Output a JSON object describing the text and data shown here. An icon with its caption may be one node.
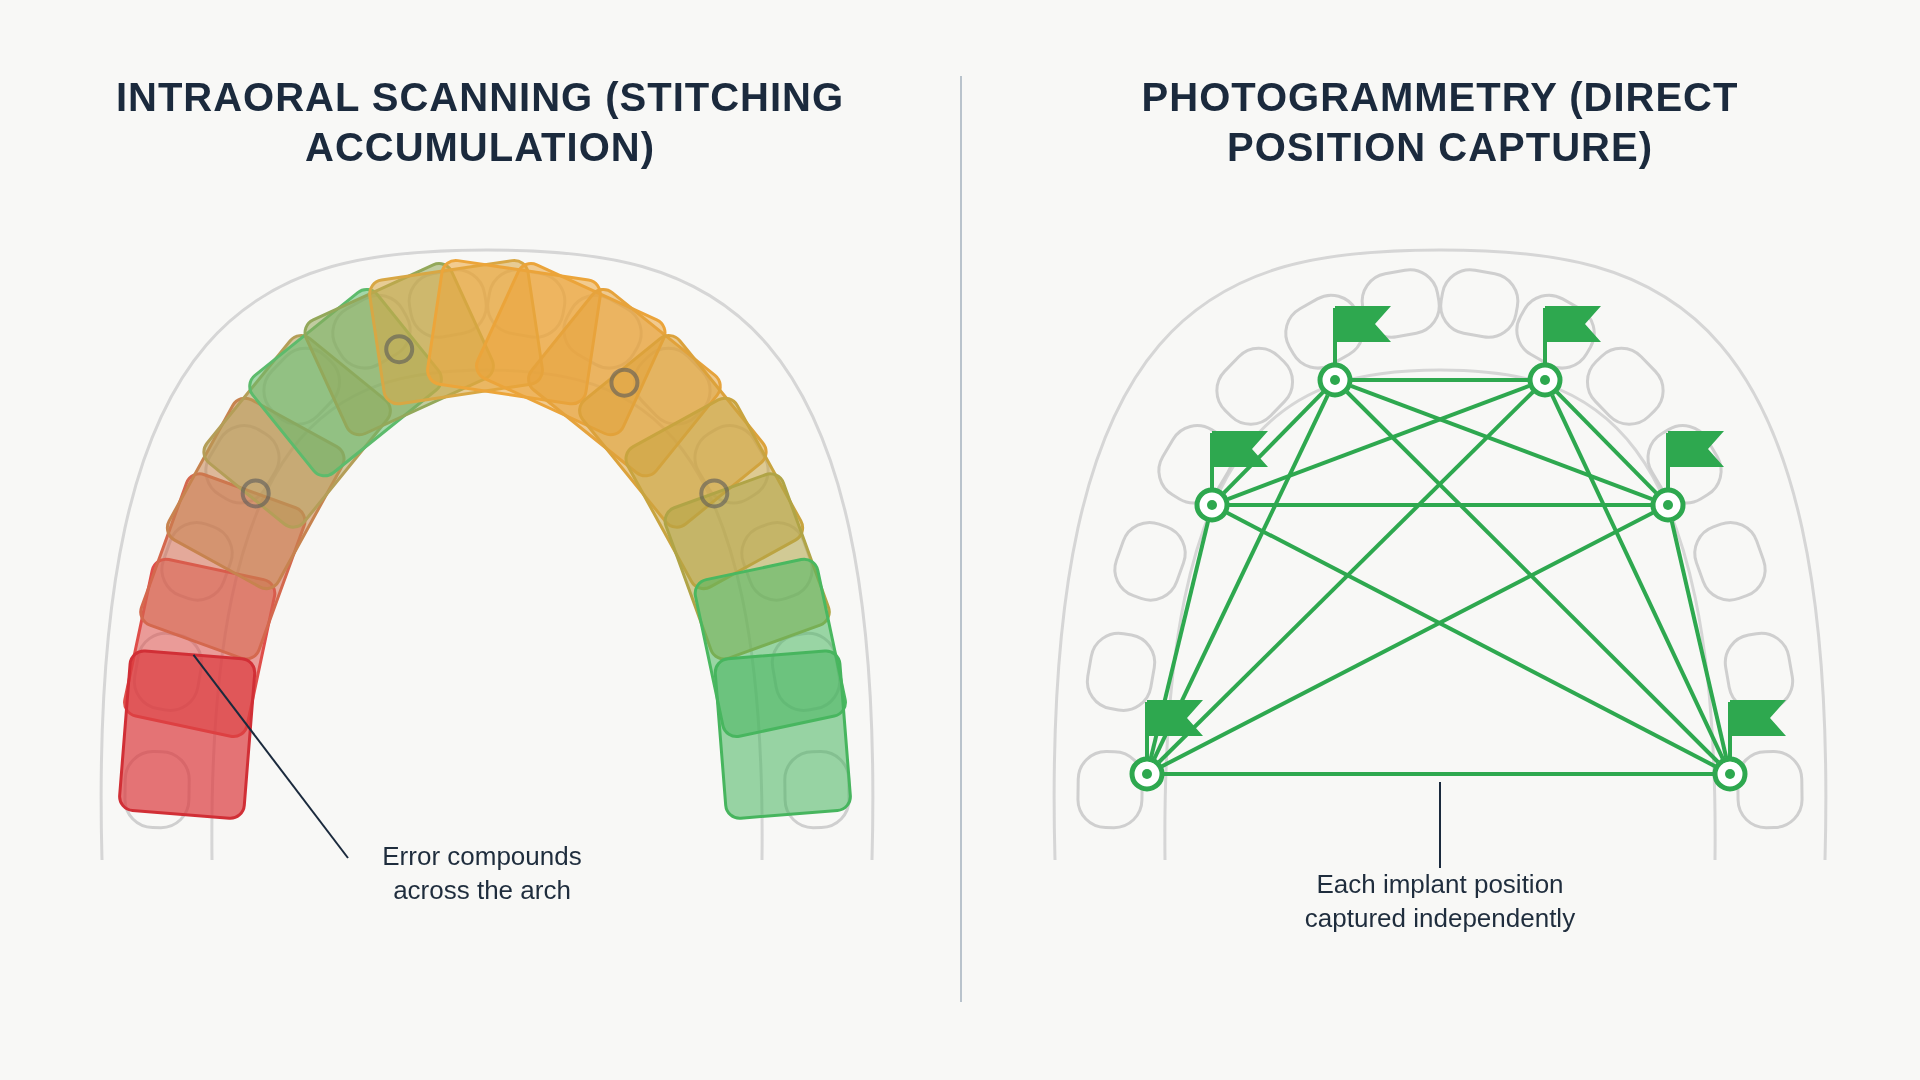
{
  "diagram": {
    "nodes": [
      {
        "text": [
          "Error compounds across the arch"
        ]
      },
      {
        "text": [],
        "shape": "box"
      },
      {
        "text": [
          "Each implant position captured independently"
        ]
      },
      {
        "text": [],
        "shape": "circle"
      },
      {
        "text": [],
        "shape": "circle"
      },
      {
        "text": [],
        "shape": "circle"
      },
      {
        "text": [],
        "shape": "circle"
      },
      {
        "text": [],
        "shape": "circle"
      },
      {
        "text": [],
        "shape": "circle"
      }
    ],
    "edges": [
      {
        "from": 0,
        "to": 1,
        "arrow": "none",
        "color": "#1b2a3d"
      },
      {
        "from": 2,
        "to": null,
        "arrow": "none",
        "color": "#1b2a3d"
      },
      {
        "from": 3,
        "to": 4,
        "arrow": "none"
      },
      {
        "from": 3,
        "to": 5,
        "arrow": "none"
      },
      {
        "from": 3,
        "to": 6,
        "arrow": "none"
      },
      {
        "from": 3,
        "to": 7,
        "arrow": "none"
      },
      {
        "from": 3,
        "to": 8,
        "arrow": "none"
      },
      {
        "from": 4,
        "to": 5,
        "arrow": "none"
      },
      {
        "from": 4,
        "to": 6,
        "arrow": "none"
      },
      {
        "from": 4,
        "to": 7,
        "arrow": "none"
      },
      {
        "from": 4,
        "to": 8,
        "arrow": "none"
      },
      {
        "from": 5,
        "to": 6,
        "arrow": "none"
      },
      {
        "from": 5,
        "to": 7,
        "arrow": "none"
      },
      {
        "from": 5,
        "to": 8,
        "arrow": "none"
      },
      {
        "from": 6,
        "to": 7,
        "arrow": "none"
      },
      {
        "from": 6,
        "to": 8,
        "arrow": "none"
      },
      {
        "from": 7,
        "to": 8,
        "arrow": "none"
      }
    ],
    "labels": [
      "INTRAORAL SCANNING (STITCHING ACCUMULATION)",
      "PHOTOGRAMMETRY (DIRECT POSITION CAPTURE)"
    ]
  }
}
